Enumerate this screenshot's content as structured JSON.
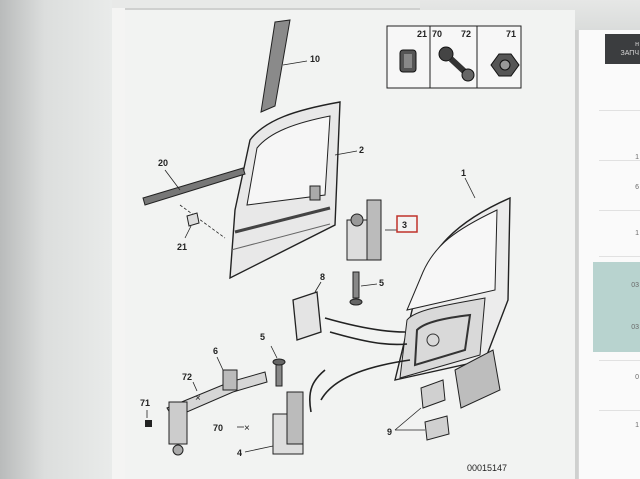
{
  "diagram": {
    "callouts": {
      "c1": "1",
      "c2": "2",
      "c3": "3",
      "c4": "4",
      "c5a": "5",
      "c5b": "5",
      "c6": "6",
      "c8": "8",
      "c9": "9",
      "c10": "10",
      "c20": "20",
      "c21": "21",
      "c70": "70",
      "c71": "71",
      "c72": "72"
    },
    "fastener_box": {
      "label_21": "21",
      "label_70": "70",
      "label_72": "72",
      "label_71": "71"
    },
    "diagram_code": "00015147"
  },
  "side_panel": {
    "header_line1": "н",
    "header_line2": "ЗАПЧ",
    "rows": [
      "1",
      "6",
      "1",
      "03",
      "03",
      "0",
      "1"
    ]
  }
}
